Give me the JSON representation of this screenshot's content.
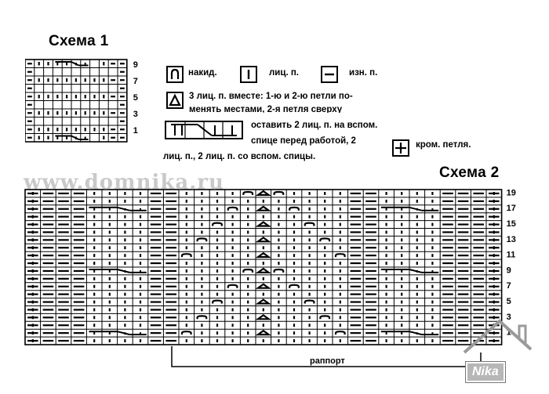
{
  "scheme1": {
    "title": "Схема 1",
    "row_numbers": [
      "9",
      "7",
      "5",
      "3",
      "1"
    ]
  },
  "scheme2": {
    "title": "Схема 2",
    "row_numbers": [
      "19",
      "17",
      "15",
      "13",
      "11",
      "9",
      "7",
      "5",
      "3",
      "1"
    ],
    "rapport_label": "раппорт"
  },
  "legend": {
    "yarn_over": "накид.",
    "knit": "лиц. п.",
    "purl": "изн. п.",
    "k3tog_line1": "3 лиц. п. вместе: 1-ю и  2-ю петли по-",
    "k3tog_line2": "менять местами, 2-я петля сверху",
    "cable_line1": "оставить 2 лиц. п. на вспом.",
    "cable_line2": "спице перед работой, 2",
    "cable_line3": "лиц. п., 2 лиц. п. со вспом. спицы.",
    "edge": "кром. петля."
  },
  "watermark": "www.domnika.ru",
  "logo": "Nika"
}
